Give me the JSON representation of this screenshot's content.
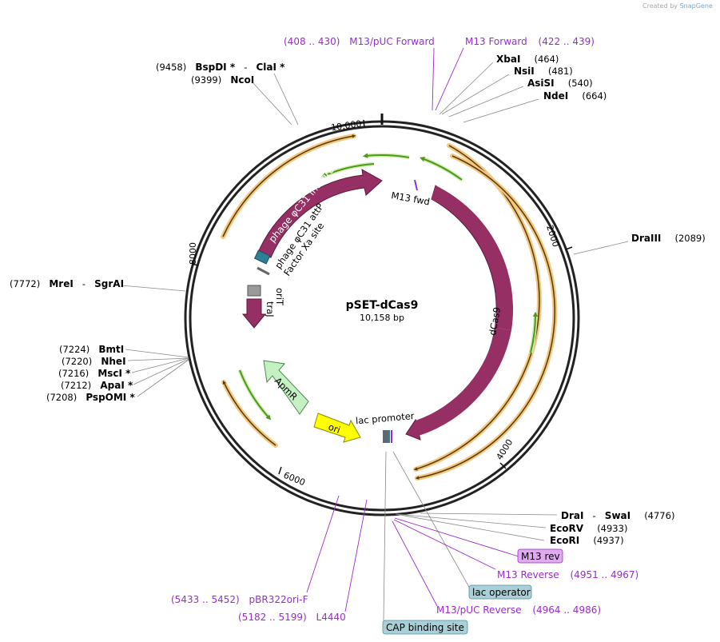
{
  "watermark": {
    "prefix": "Created by",
    "brand": "SnapGene"
  },
  "plasmid": {
    "name": "pSET-dCas9",
    "length_label": "10,158 bp"
  },
  "ticks": [
    "10,000",
    "2000",
    "4000",
    "6000",
    "8000"
  ],
  "enzymes": [
    {
      "pos": "(9458)",
      "name": "BspDI *",
      "sep": "-",
      "name2": "ClaI *"
    },
    {
      "pos": "(9399)",
      "name": "NcoI"
    },
    {
      "name": "XbaI",
      "pos": "(464)"
    },
    {
      "name": "NsiI",
      "pos": "(481)"
    },
    {
      "name": "AsiSI",
      "pos": "(540)"
    },
    {
      "name": "NdeI",
      "pos": "(664)"
    },
    {
      "name": "DraIII",
      "pos": "(2089)"
    },
    {
      "pos": "(7772)",
      "name": "MreI",
      "sep": "-",
      "name2": "SgrAI"
    },
    {
      "pos": "(7224)",
      "name": "BmtI"
    },
    {
      "pos": "(7220)",
      "name": "NheI"
    },
    {
      "pos": "(7216)",
      "name": "MscI *"
    },
    {
      "pos": "(7212)",
      "name": "ApaI *"
    },
    {
      "pos": "(7208)",
      "name": "PspOMI *"
    },
    {
      "name": "DraI",
      "sep": "-",
      "name2": "SwaI",
      "pos": "(4776)"
    },
    {
      "name": "EcoRV",
      "pos": "(4933)"
    },
    {
      "name": "EcoRI",
      "pos": "(4937)"
    }
  ],
  "primers": [
    {
      "range": "(408 .. 430)",
      "name": "M13/pUC Forward"
    },
    {
      "name": "M13 Forward",
      "range": "(422 .. 439)"
    },
    {
      "name": "M13 Reverse",
      "range": "(4951 .. 4967)"
    },
    {
      "name": "M13/pUC Reverse",
      "range": "(4964 .. 4986)"
    },
    {
      "range": "(5433 .. 5452)",
      "name": "pBR322ori-F"
    },
    {
      "range": "(5182 .. 5199)",
      "name": "L4440"
    }
  ],
  "tags": {
    "m13_rev": "M13 rev",
    "lac_operator": "lac operator",
    "cap_site": "CAP binding site"
  },
  "features": {
    "integrase": "phage φC31 integrase",
    "attp": "phage φC31 attP",
    "factor_xa": "Factor Xa site",
    "oriT": "oriT",
    "traJ": "traJ",
    "apmr": "ApmR",
    "ori": "ori",
    "lac_promoter": "lac promoter",
    "dcas9": "dCas9",
    "m13_fwd": "M13 fwd"
  },
  "colors": {
    "backbone": "#222222",
    "cds": "#962f63",
    "orf": "#f2c77e",
    "orf_inner": "#5a3808",
    "primer": "#4c9a1a",
    "primer_label": "#9a2bd1",
    "marker": "#c4f0c4",
    "ori": "#ffff00",
    "attp": "#2e7f96",
    "tag_fill": "#a9cfd9",
    "m13_tag_fill": "#e0aaf0"
  }
}
